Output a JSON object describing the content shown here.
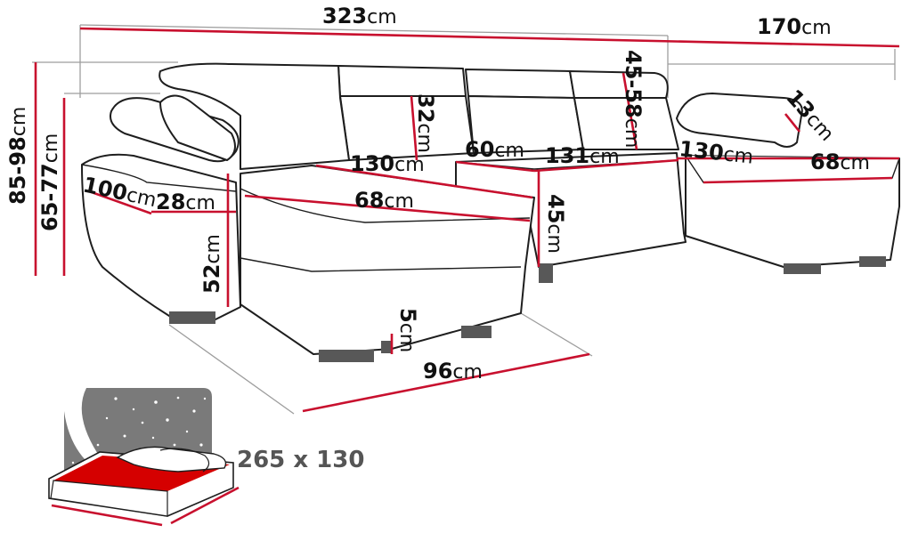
{
  "colors": {
    "dimension_line": "#c8102e",
    "outline": "#1e1e1e",
    "bed_fill": "#d50000",
    "night_sky": "#7a7a7a"
  },
  "dimensions": {
    "width_total": {
      "value": "323",
      "unit": "cm"
    },
    "width_right": {
      "value": "170",
      "unit": "cm"
    },
    "height_total": {
      "value": "85-98",
      "unit": "cm"
    },
    "height_back": {
      "value": "65-77",
      "unit": "cm"
    },
    "armrest_depth": {
      "value": "100",
      "unit": "cm"
    },
    "armrest_width": {
      "value": "28",
      "unit": "cm"
    },
    "armrest_height": {
      "value": "52",
      "unit": "cm"
    },
    "left_chaise_length": {
      "value": "130",
      "unit": "cm"
    },
    "left_chaise_width": {
      "value": "68",
      "unit": "cm"
    },
    "backrest_height": {
      "value": "32",
      "unit": "cm"
    },
    "seat_depth": {
      "value": "60",
      "unit": "cm"
    },
    "middle_seat_width": {
      "value": "131",
      "unit": "cm"
    },
    "seat_height": {
      "value": "45",
      "unit": "cm"
    },
    "headrest_range": {
      "value": "45-58",
      "unit": "cm"
    },
    "right_chaise_length": {
      "value": "130",
      "unit": "cm"
    },
    "right_chaise_width": {
      "value": "68",
      "unit": "cm"
    },
    "pillow_height": {
      "value": "13",
      "unit": "cm"
    },
    "leg_height": {
      "value": "5",
      "unit": "cm"
    },
    "chaise_depth_floor": {
      "value": "96",
      "unit": "cm"
    }
  },
  "bed": {
    "size_label": "265 x 130"
  }
}
